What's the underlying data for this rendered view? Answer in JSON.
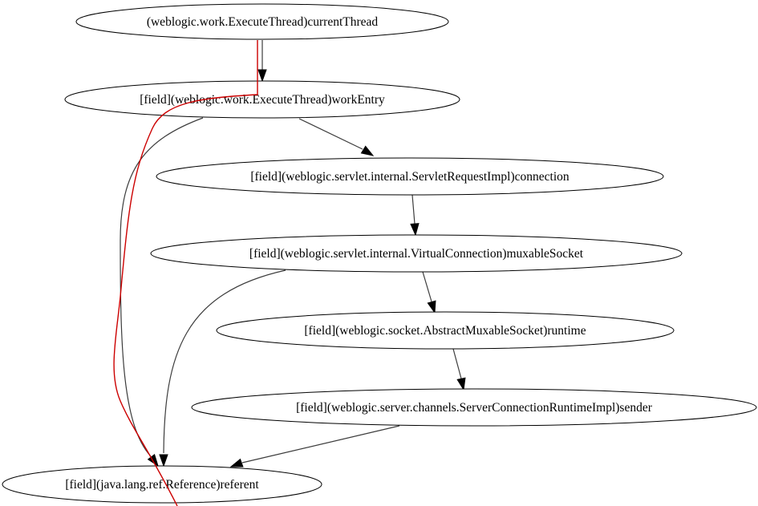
{
  "graph": {
    "nodes": [
      {
        "id": "current-thread",
        "label": "(weblogic.work.ExecuteThread)currentThread"
      },
      {
        "id": "work-entry",
        "label": "[field](weblogic.work.ExecuteThread)workEntry"
      },
      {
        "id": "connection",
        "label": "[field](weblogic.servlet.internal.ServletRequestImpl)connection"
      },
      {
        "id": "muxable-socket",
        "label": "[field](weblogic.servlet.internal.VirtualConnection)muxableSocket"
      },
      {
        "id": "runtime",
        "label": "[field](weblogic.socket.AbstractMuxableSocket)runtime"
      },
      {
        "id": "sender",
        "label": "[field](weblogic.server.channels.ServerConnectionRuntimeImpl)sender"
      },
      {
        "id": "referent",
        "label": "[field](java.lang.ref.Reference)referent"
      }
    ],
    "edges": [
      {
        "from": "current-thread",
        "to": "work-entry"
      },
      {
        "from": "work-entry",
        "to": "connection"
      },
      {
        "from": "work-entry",
        "to": "referent"
      },
      {
        "from": "connection",
        "to": "muxable-socket"
      },
      {
        "from": "muxable-socket",
        "to": "runtime"
      },
      {
        "from": "muxable-socket",
        "to": "referent"
      },
      {
        "from": "runtime",
        "to": "sender"
      },
      {
        "from": "sender",
        "to": "referent"
      }
    ],
    "colors": {
      "edge": "#3c3c3c",
      "arrowhead": "#000000",
      "node_border": "#000000",
      "highlight_path": "#cc0000"
    }
  }
}
